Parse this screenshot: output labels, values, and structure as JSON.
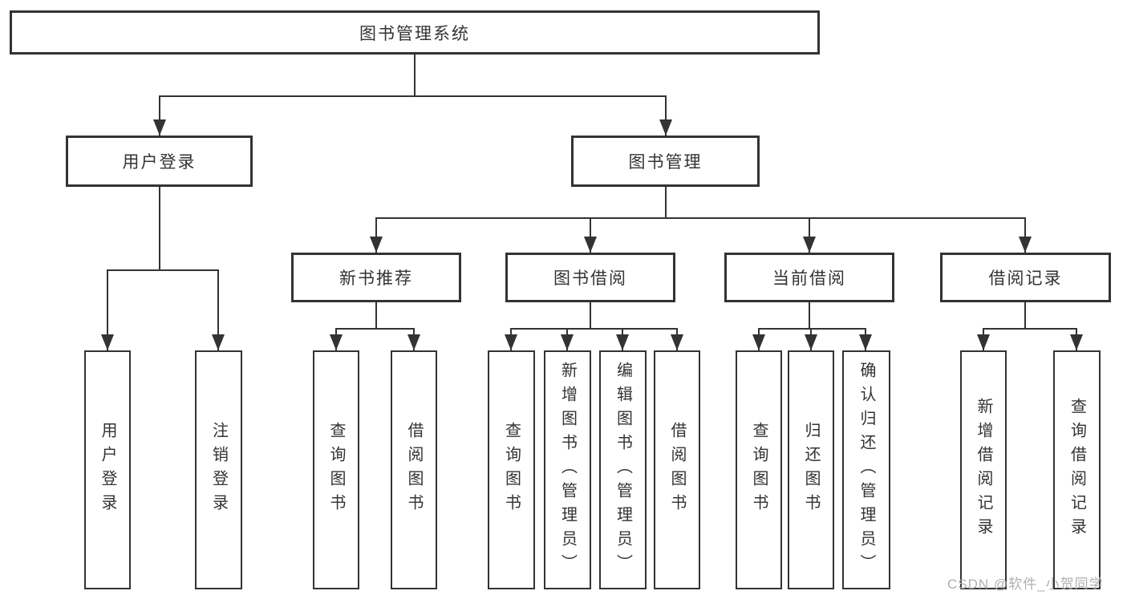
{
  "diagram": {
    "root": {
      "label": "图书管理系统"
    },
    "level2": [
      {
        "label": "用户登录"
      },
      {
        "label": "图书管理"
      }
    ],
    "level3": [
      {
        "label": "新书推荐"
      },
      {
        "label": "图书借阅"
      },
      {
        "label": "当前借阅"
      },
      {
        "label": "借阅记录"
      }
    ],
    "leaves": {
      "user_login": [
        "用户登录",
        "注销登录"
      ],
      "new_book": [
        "查询图书",
        "借阅图书"
      ],
      "book_borrow": [
        "查询图书",
        "新增图书（管理员）",
        "编辑图书（管理员）",
        "借阅图书"
      ],
      "current_borrow": [
        "查询图书",
        "归还图书",
        "确认归还（管理员）"
      ],
      "borrow_record": [
        "新增借阅记录",
        "查询借阅记录"
      ]
    },
    "colors": {
      "line": "#333333",
      "background": "#ffffff",
      "watermark": "#b0b0b0"
    },
    "watermark": "CSDN @软件_小贺同学"
  }
}
